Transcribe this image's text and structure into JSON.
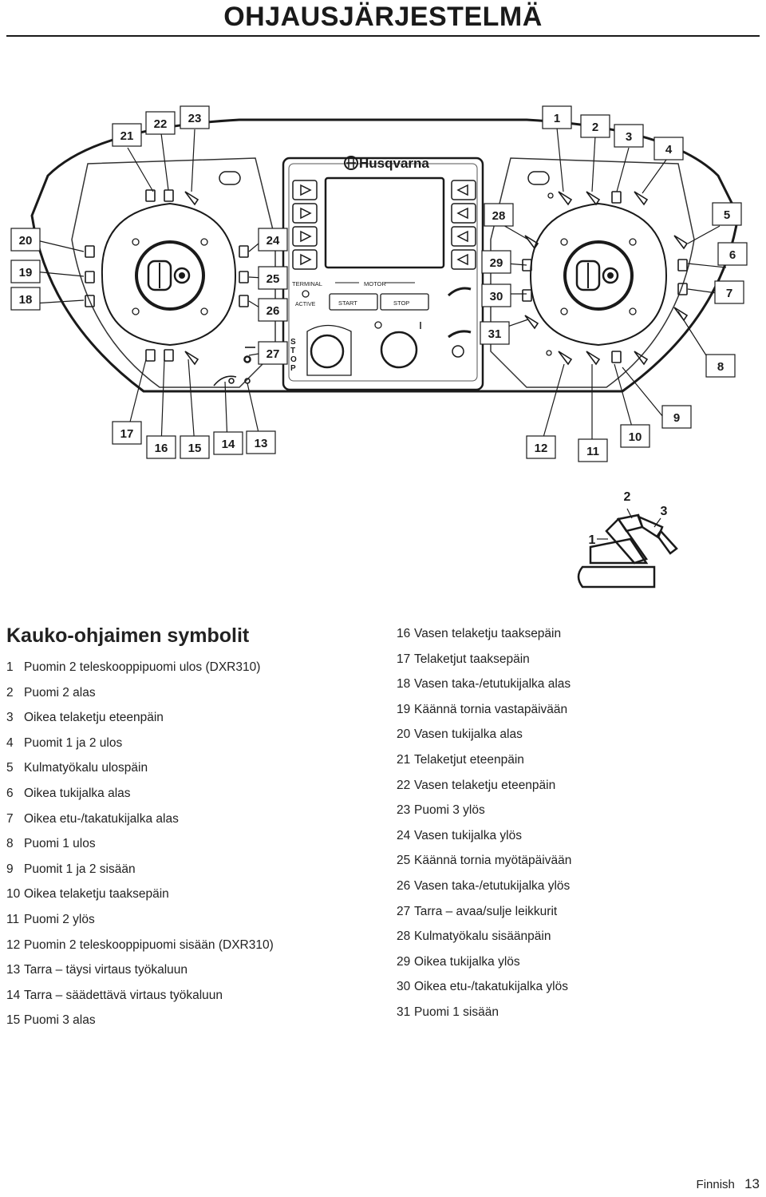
{
  "header": {
    "title": "OHJAUSJÄRJESTELMÄ"
  },
  "panel": {
    "brand": "Husqvarna",
    "terminal_label": "TERMINAL",
    "active_label": "ACTIVE",
    "motor_label": "MOTOR",
    "start_label": "START",
    "stop_label": "STOP",
    "stop_vertical": [
      "S",
      "T",
      "O",
      "P"
    ],
    "power_off": "O",
    "power_on": "I",
    "callouts": [
      "1",
      "2",
      "3",
      "4",
      "5",
      "6",
      "7",
      "8",
      "9",
      "10",
      "11",
      "12",
      "13",
      "14",
      "15",
      "16",
      "17",
      "18",
      "19",
      "20",
      "21",
      "22",
      "23",
      "24",
      "25",
      "26",
      "27",
      "28",
      "29",
      "30",
      "31"
    ]
  },
  "inset": {
    "labels": [
      "1",
      "2",
      "3"
    ]
  },
  "section": {
    "title": "Kauko-ohjaimen symbolit"
  },
  "legend": {
    "left": [
      {
        "n": "1",
        "text": "Puomin 2 teleskooppipuomi ulos (DXR310)"
      },
      {
        "n": "2",
        "text": "Puomi 2 alas"
      },
      {
        "n": "3",
        "text": "Oikea telaketju eteenpäin"
      },
      {
        "n": "4",
        "text": "Puomit 1 ja 2 ulos"
      },
      {
        "n": "5",
        "text": "Kulmatyökalu ulospäin"
      },
      {
        "n": "6",
        "text": "Oikea tukijalka alas"
      },
      {
        "n": "7",
        "text": "Oikea etu-/takatukijalka alas"
      },
      {
        "n": "8",
        "text": "Puomi 1 ulos"
      },
      {
        "n": "9",
        "text": "Puomit 1 ja 2 sisään"
      },
      {
        "n": "10",
        "text": "Oikea telaketju taaksepäin"
      },
      {
        "n": "11",
        "text": "Puomi 2 ylös"
      },
      {
        "n": "12",
        "text": "Puomin 2 teleskooppipuomi sisään (DXR310)"
      },
      {
        "n": "13",
        "text": "Tarra – täysi virtaus työkaluun"
      },
      {
        "n": "14",
        "text": "Tarra – säädettävä virtaus työkaluun"
      },
      {
        "n": "15",
        "text": "Puomi 3 alas"
      }
    ],
    "right": [
      {
        "n": "16",
        "text": "Vasen telaketju taaksepäin"
      },
      {
        "n": "17",
        "text": "Telaketjut taaksepäin"
      },
      {
        "n": "18",
        "text": "Vasen taka-/etutukijalka alas"
      },
      {
        "n": "19",
        "text": "Käännä tornia vastapäivään"
      },
      {
        "n": "20",
        "text": "Vasen tukijalka alas"
      },
      {
        "n": "21",
        "text": "Telaketjut eteenpäin"
      },
      {
        "n": "22",
        "text": "Vasen telaketju eteenpäin"
      },
      {
        "n": "23",
        "text": "Puomi 3 ylös"
      },
      {
        "n": "24",
        "text": "Vasen tukijalka ylös"
      },
      {
        "n": "25",
        "text": "Käännä tornia myötäpäivään"
      },
      {
        "n": "26",
        "text": "Vasen taka-/etutukijalka ylös"
      },
      {
        "n": "27",
        "text": "Tarra – avaa/sulje leikkurit"
      },
      {
        "n": "28",
        "text": "Kulmatyökalu sisäänpäin"
      },
      {
        "n": "29",
        "text": "Oikea tukijalka ylös"
      },
      {
        "n": "30",
        "text": "Oikea etu-/takatukijalka ylös"
      },
      {
        "n": "31",
        "text": "Puomi 1 sisään"
      }
    ]
  },
  "footer": {
    "language": "Finnish",
    "page_number": "13"
  }
}
